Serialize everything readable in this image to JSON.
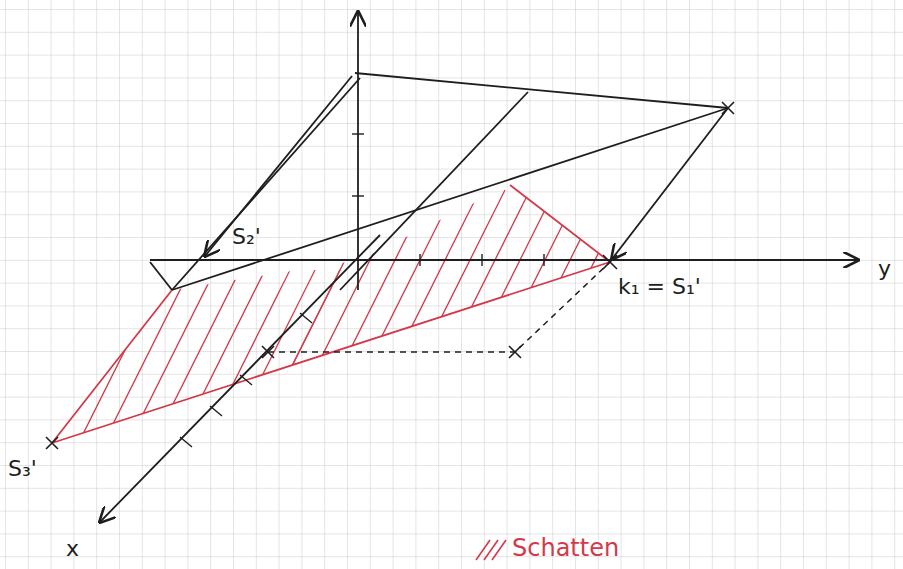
{
  "diagram": {
    "labels": [
      "y",
      "x",
      "S₂'",
      "k₁ = S₁'",
      "S₃'"
    ],
    "legend": [
      {
        "text": "Schatten"
      }
    ]
  }
}
